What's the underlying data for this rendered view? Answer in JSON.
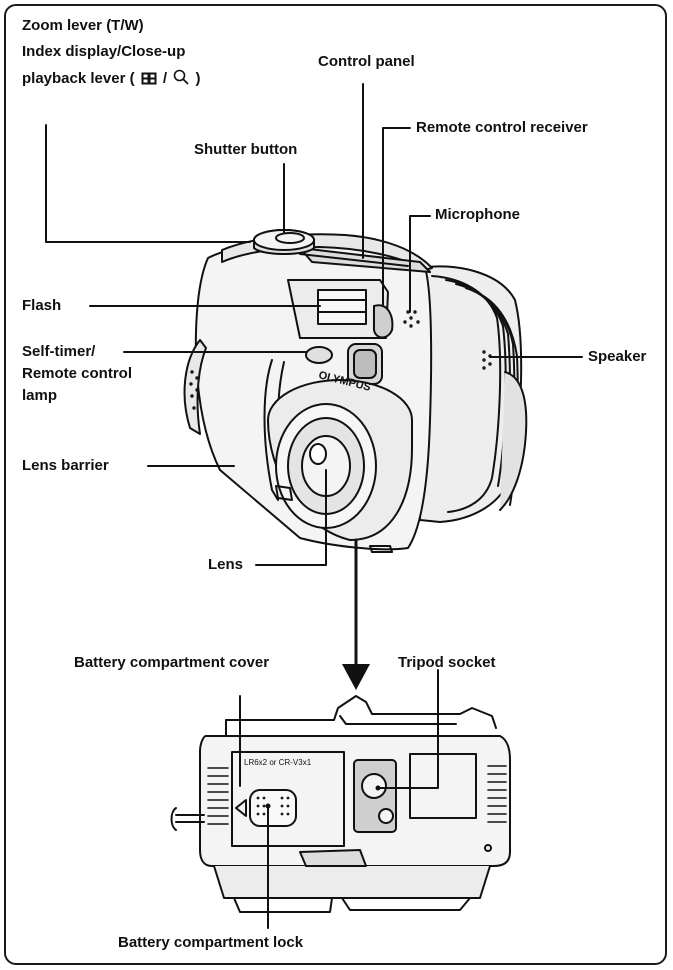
{
  "labels": {
    "zoom_line1": "Zoom lever (T/W)",
    "zoom_line2": "Index display/Close-up",
    "zoom_line3": "playback lever (",
    "zoom_line3_end": ")",
    "control_panel": "Control panel",
    "remote_receiver": "Remote control receiver",
    "shutter_button": "Shutter button",
    "microphone": "Microphone",
    "flash": "Flash",
    "self_timer_line1": "Self-timer/",
    "self_timer_line2": "Remote control",
    "self_timer_line3": "lamp",
    "speaker": "Speaker",
    "lens_barrier": "Lens barrier",
    "lens": "Lens",
    "battery_cover": "Battery compartment cover",
    "tripod_socket": "Tripod socket",
    "battery_lock": "Battery compartment lock"
  },
  "camera_text": {
    "brand": "OLYMPUS",
    "battery_spec": "LR6x2 or CR-V3x1"
  },
  "colors": {
    "line": "#111111",
    "body_fill": "#f4f4f4",
    "shade": "#d6d6d6",
    "dark": "#222222"
  },
  "icons": [
    "index-display-icon",
    "magnify-icon"
  ]
}
